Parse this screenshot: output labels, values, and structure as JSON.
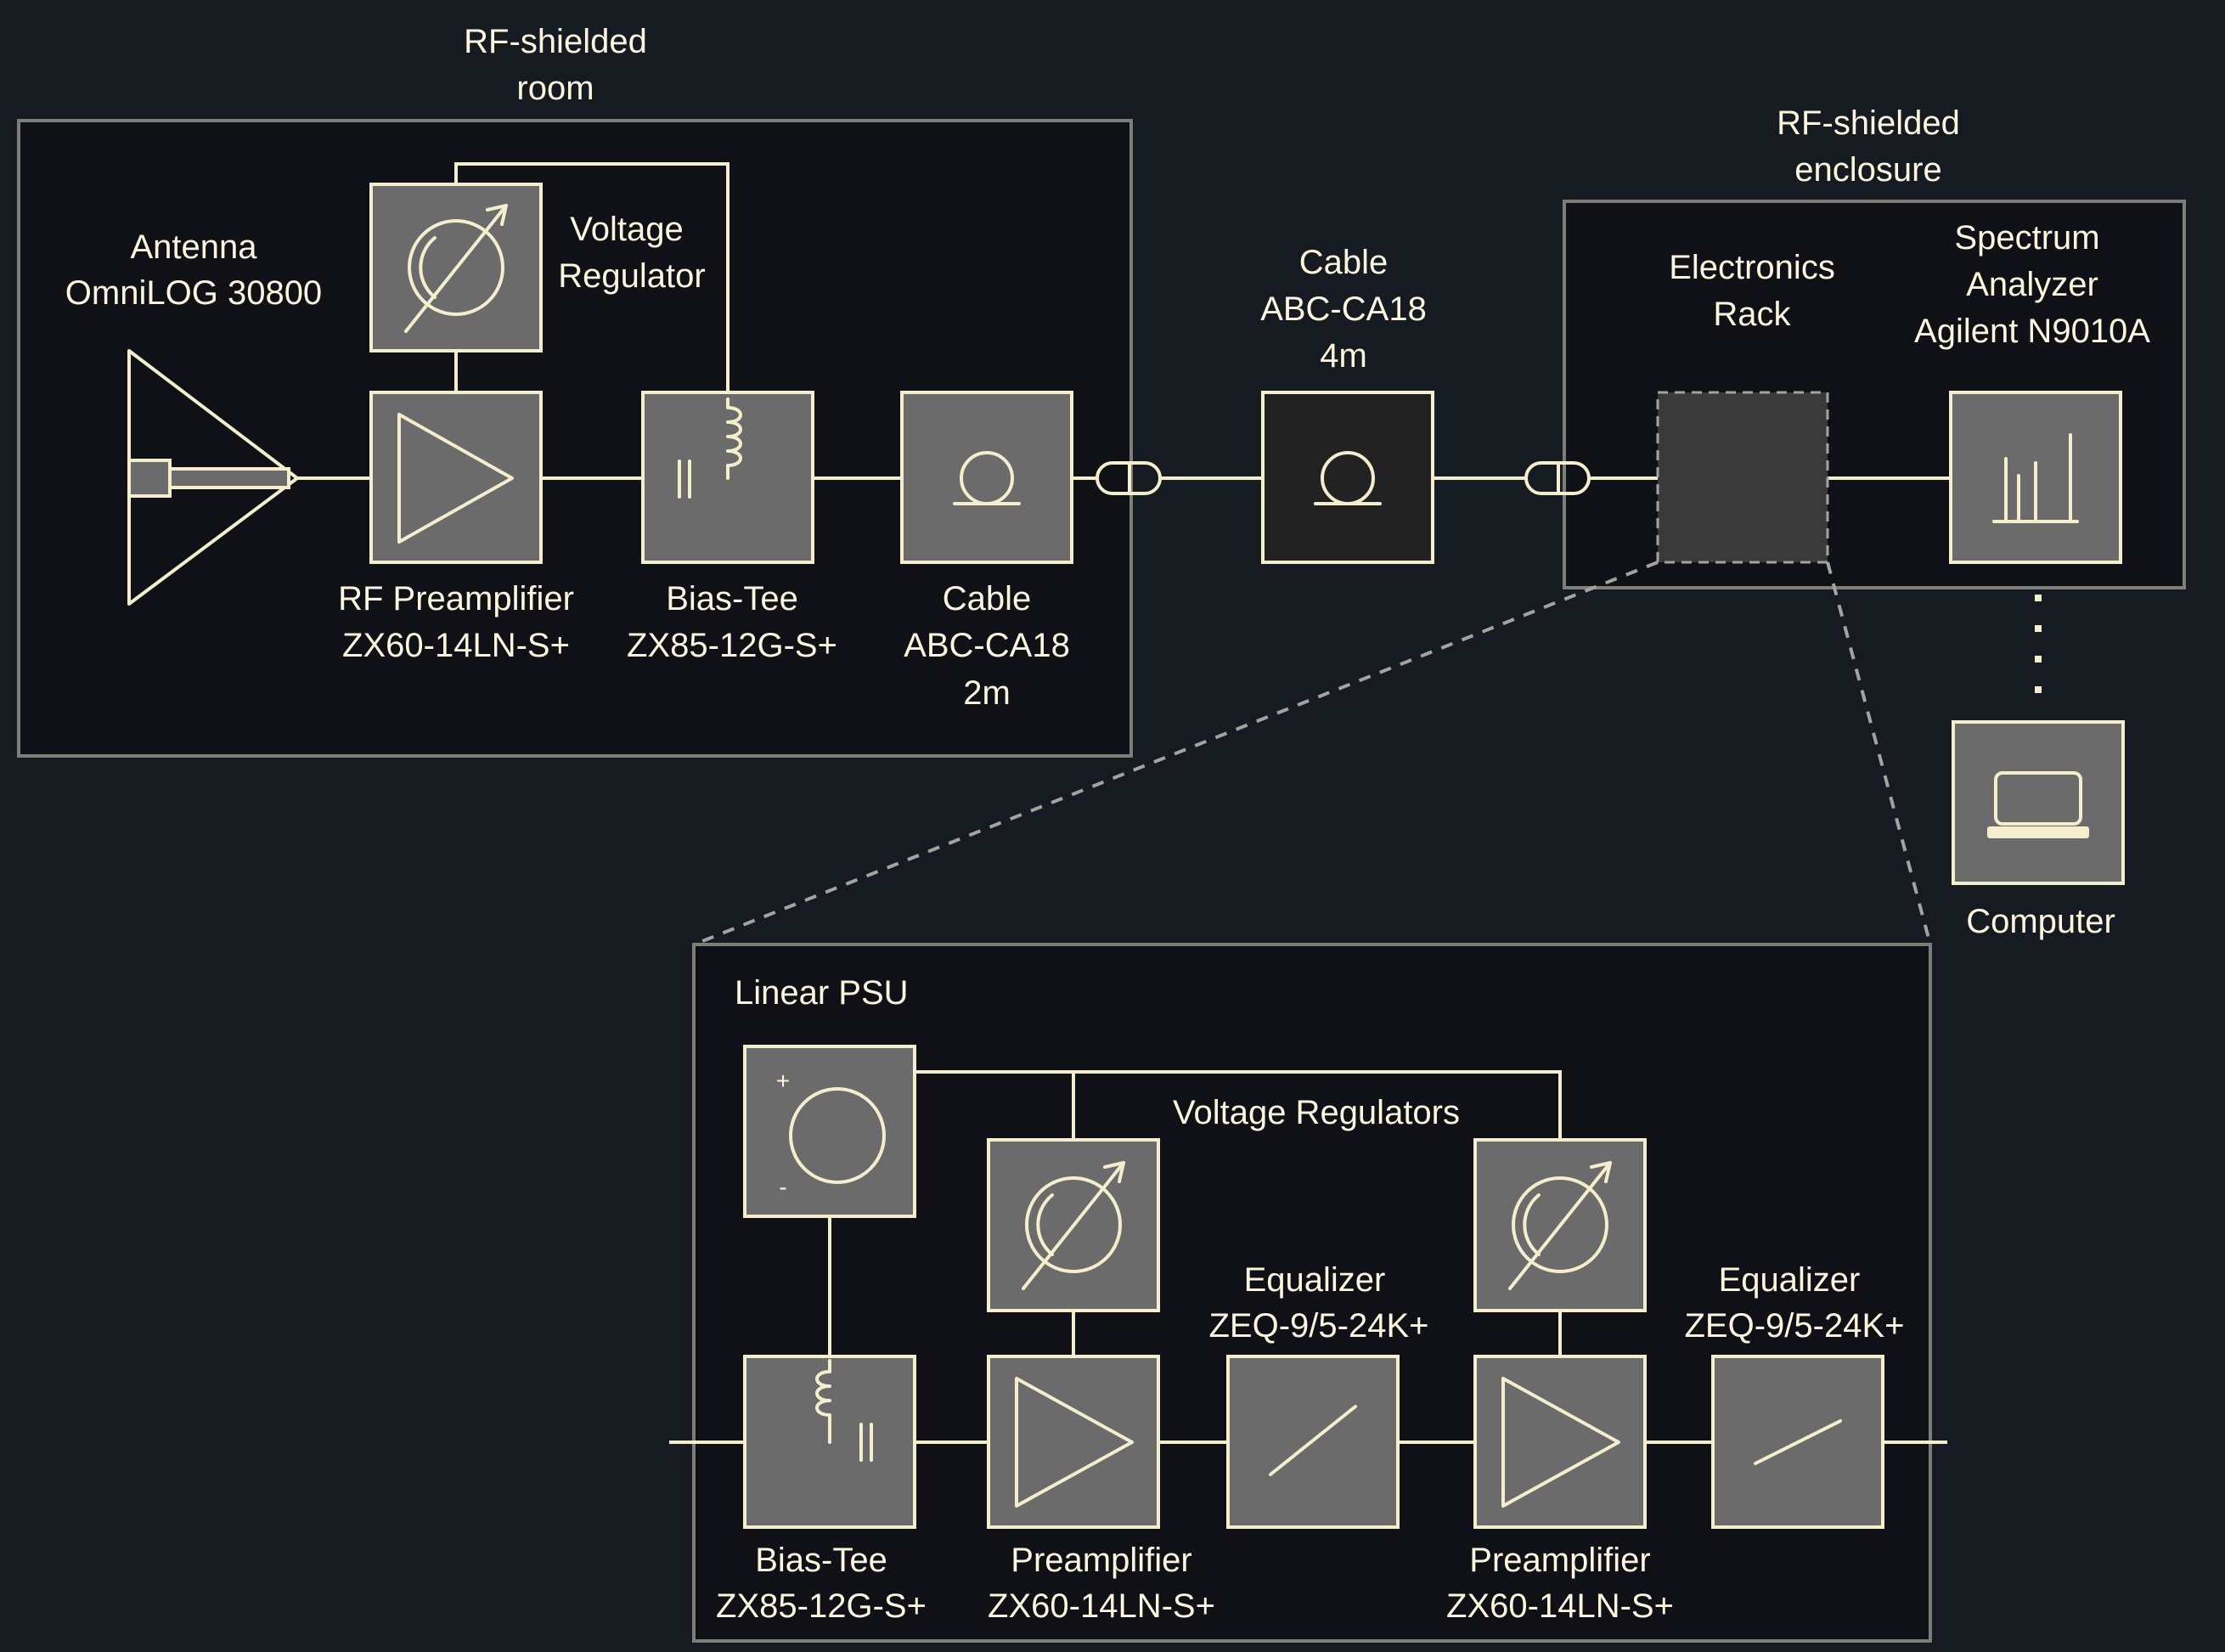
{
  "frames": {
    "room_label": [
      "RF-shielded",
      "room"
    ],
    "enclosure_label": [
      "RF-shielded",
      "enclosure"
    ]
  },
  "upper_chain": {
    "antenna": [
      "Antenna",
      "OmniLOG 30800"
    ],
    "voltage_regulator": [
      "Voltage",
      "Regulator"
    ],
    "rf_preamplifier": [
      "RF Preamplifier",
      "ZX60-14LN-S+"
    ],
    "bias_tee": [
      "Bias-Tee",
      "ZX85-12G-S+"
    ],
    "cable_short": [
      "Cable",
      "ABC-CA18",
      "2m"
    ],
    "cable_long": [
      "Cable",
      "ABC-CA18",
      "4m"
    ],
    "electronics_rack": [
      "Electronics",
      "Rack"
    ],
    "spectrum_analyzer": [
      "Spectrum",
      "Analyzer",
      "Agilent N9010A"
    ],
    "computer": "Computer"
  },
  "rack_detail": {
    "psu_label": "Linear PSU",
    "psu_plus": "+",
    "psu_minus": "-",
    "regulators_label": "Voltage Regulators",
    "bias_tee": [
      "Bias-Tee",
      "ZX85-12G-S+"
    ],
    "preamplifier_1": [
      "Preamplifier",
      "ZX60-14LN-S+"
    ],
    "equalizer_1": [
      "Equalizer",
      "ZEQ-9/5-24K+"
    ],
    "preamplifier_2": [
      "Preamplifier",
      "ZX60-14LN-S+"
    ],
    "equalizer_2": [
      "Equalizer",
      "ZEQ-9/5-24K+"
    ]
  },
  "colors": {
    "background": "#161a21",
    "frame_fill": "#0f1116",
    "frame_stroke": "#7e7e78",
    "component_fill": "#6b6b6b",
    "line_color": "#f3efcc"
  }
}
